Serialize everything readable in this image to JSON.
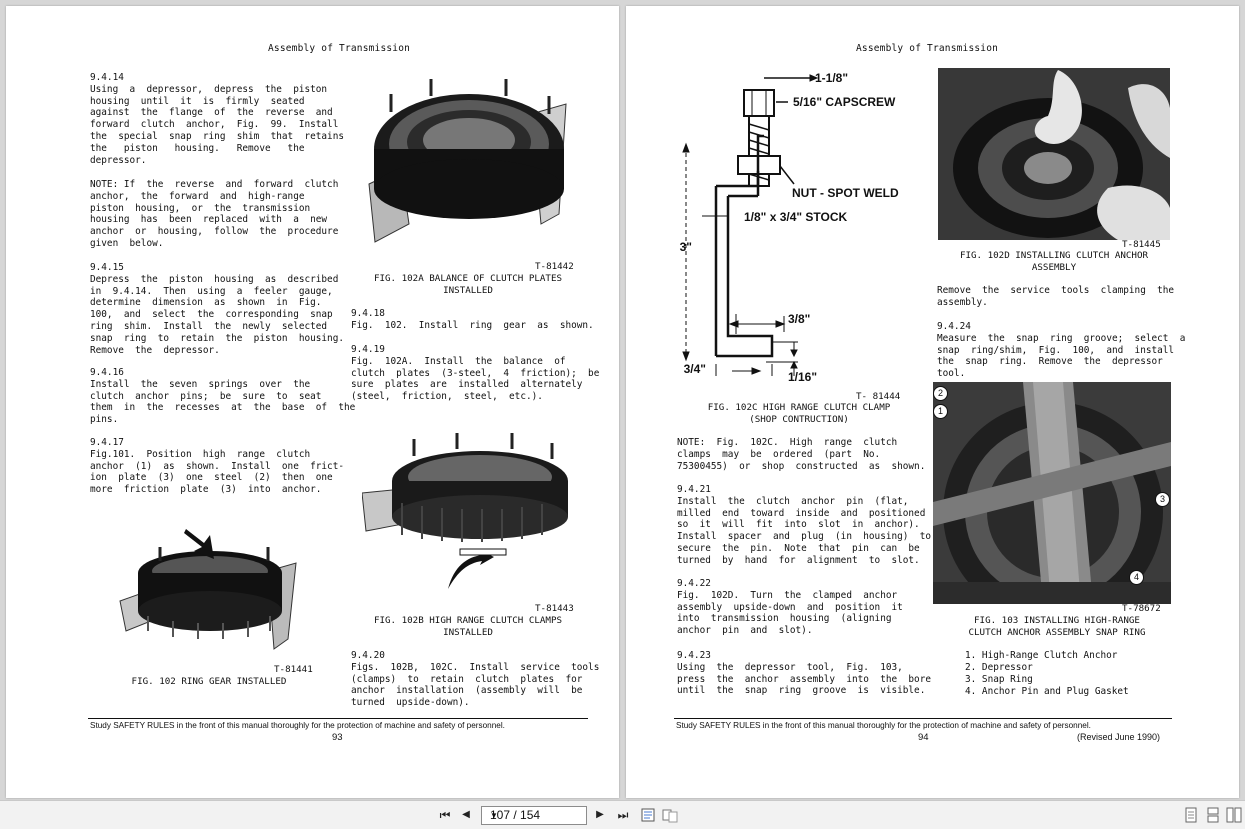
{
  "left_page": {
    "header": "Assembly of Transmission",
    "text_col1": [
      "9.4.14\nUsing  a  depressor,  depress  the  piston\nhousing  until  it  is  firmly  seated\nagainst  the  flange  of  the  reverse  and\nforward  clutch  anchor,  Fig.  99.  Install\nthe  special  snap  ring  shim  that  retains\nthe   piston   housing.   Remove   the\ndepressor.",
      "NOTE: If  the  reverse  and  forward  clutch\nanchor,  the  forward  and  high-range\npiston  housing,  or  the  transmission\nhousing  has  been  replaced  with  a  new\nanchor  or  housing,  follow  the  procedure\ngiven  below.",
      "9.4.15\nDepress  the  piston  housing  as  described\nin  9.4.14.  Then  using  a  feeler  gauge,\ndetermine  dimension  as  shown  in  Fig.\n100,  and  select  the  corresponding  snap\nring  shim.  Install  the  newly  selected\nsnap  ring  to  retain  the  piston  housing.\nRemove  the  depressor.",
      "9.4.16\nInstall  the  seven  springs  over  the\nclutch  anchor  pins;  be  sure  to  seat\nthem  in  the  recesses  at  the  base  of  the\npins.",
      "9.4.17\nFig.101.  Position  high  range  clutch\nanchor  (1)  as  shown.  Install  one  frict-\nion  plate  (3)  one  steel  (2)  then  one\nmore  friction  plate  (3)  into  anchor."
    ],
    "text_col2": [
      "9.4.18\nFig.  102.  Install  ring  gear  as  shown.",
      "9.4.19\nFig.  102A.  Install  the  balance  of\nclutch  plates  (3-steel,  4  friction);  be\nsure  plates  are  installed  alternately\n(steel,  friction,  steel,  etc.).",
      "9.4.20\nFigs.  102B,  102C.  Install  service  tools\n(clamps)  to  retain  clutch  plates  for\nanchor  installation  (assembly  will  be\nturned  upside-down)."
    ],
    "fig102a": {
      "tag": "T-81442",
      "caption": "FIG. 102A BALANCE OF CLUTCH PLATES\nINSTALLED"
    },
    "fig102b": {
      "tag": "T-81443",
      "caption": "FIG. 102B HIGH RANGE CLUTCH CLAMPS\nINSTALLED"
    },
    "fig102": {
      "tag": "T-81441",
      "caption": "FIG. 102 RING GEAR INSTALLED"
    },
    "footer": "Study SAFETY RULES in the front of this manual thoroughly for the protection of machine and safety of personnel.",
    "page_number": "93"
  },
  "right_page": {
    "header": "Assembly of Transmission",
    "diagram_labels": {
      "dim_top": "1-1/8\"",
      "capscrew": "5/16\"  CAPSCREW",
      "nut": "NUT - SPOT WELD",
      "stock": "1/8\" x 3/4\"  STOCK",
      "dim_3": "3\"",
      "dim_3_8": "3/8\"",
      "dim_3_4": "3/4\"",
      "dim_1_16": "1/16\""
    },
    "fig102c": {
      "tag": "T- 81444",
      "caption": "FIG. 102C HIGH RANGE CLUTCH CLAMP\n(SHOP CONTRUCTION)"
    },
    "text_col1": [
      "NOTE:  Fig.  102C.  High  range  clutch\nclamps  may  be  ordered  (part  No.\n75300455)  or  shop  constructed  as  shown.",
      "9.4.21\nInstall  the  clutch  anchor  pin  (flat,\nmilled  end  toward  inside  and  positioned\nso  it  will  fit  into  slot  in  anchor).\nInstall  spacer  and  plug  (in  housing)  to\nsecure  the  pin.  Note  that  pin  can  be\nturned  by  hand  for  alignment  to  slot.",
      "9.4.22\nFig.  102D.  Turn  the  clamped  anchor\nassembly  upside-down  and  position  it\ninto  transmission  housing  (aligning\nanchor  pin  and  slot).",
      "9.4.23\nUsing  the  depressor  tool,  Fig.  103,\npress  the  anchor  assembly  into  the  bore\nuntil  the  snap  ring  groove  is  visible."
    ],
    "fig102d": {
      "tag": "T-81445",
      "caption": "FIG. 102D INSTALLING CLUTCH ANCHOR\nASSEMBLY"
    },
    "text_col2": [
      "Remove  the  service  tools  clamping  the\nassembly.",
      "9.4.24\nMeasure  the  snap  ring  groove;  select  a\nsnap  ring/shim,  Fig.  100,  and  install\nthe  snap  ring.  Remove  the  depressor\ntool."
    ],
    "fig103": {
      "tag": "T-78672",
      "caption": "FIG. 103 INSTALLING HIGH-RANGE\nCLUTCH ANCHOR ASSEMBLY SNAP RING",
      "callouts": [
        "2",
        "1",
        "3",
        "4"
      ]
    },
    "legend": "1. High-Range Clutch Anchor\n2. Depressor\n3. Snap Ring\n4. Anchor Pin and Plug Gasket",
    "footer": "Study SAFETY RULES in the front of this manual thoroughly for the protection of machine and safety of personnel.",
    "page_number": "94",
    "revised": "(Revised June 1990)"
  },
  "toolbar": {
    "first_icon": "skip-to-first-icon",
    "prev_icon": "previous-page-icon",
    "page_field": "107 / 154",
    "next_icon": "next-page-icon",
    "last_icon": "skip-to-last-icon",
    "fit_icon": "fit-page-icon",
    "view_icon": "two-page-icon",
    "right_icons": [
      "single-page-icon",
      "continuous-page-icon",
      "facing-pages-icon"
    ],
    "glyphs": {
      "first": "⏮",
      "prev": "◀",
      "next": "▶",
      "last": "⏭"
    }
  }
}
